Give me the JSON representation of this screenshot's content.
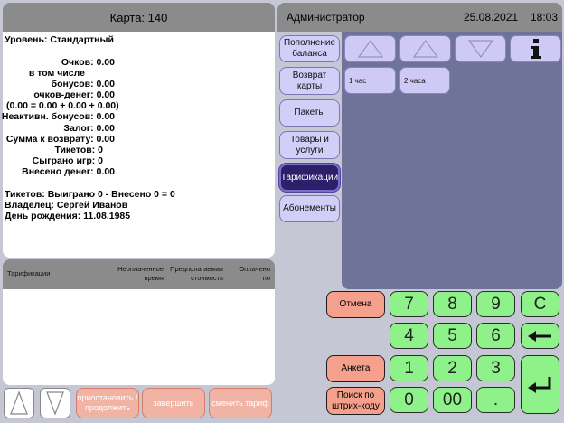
{
  "card_panel": {
    "title": "Карта: 140",
    "level": "Уровень: Стандартный",
    "points": "Очков: 0.00",
    "including": "в том числе",
    "bonuses": "бонусов: 0.00",
    "money_points": "очков-денег: 0.00",
    "formula": "(0.00 = 0.00 + 0.00 + 0.00)",
    "inactive_bonuses": "Неактивн. бонусов: 0.00",
    "deposit": "Залог: 0.00",
    "refund": "Сумма к возврату: 0.00",
    "tickets": "Тикетов: 0",
    "games_played": "Сыграно игр: 0",
    "money_deposited": "Внесено денег: 0.00",
    "tickets_summary": "Тикетов: Выиграно 0 - Внесено 0 = 0",
    "owner": "Владелец: Сергей  Иванов",
    "birthday": "День рождения: 11.08.1985"
  },
  "tariffs_table": {
    "columns": [
      "Тарификации",
      "Неоплаченное время",
      "Предполагаемая стоимость",
      "Оплачено по"
    ],
    "rows": []
  },
  "bottom_controls": {
    "pause_resume": "приостановить / продолжить",
    "finish": "завершить",
    "change_tariff": "сменить тариф"
  },
  "header": {
    "operator": "Администратор",
    "date": "25.08.2021",
    "time": "18:03"
  },
  "menu": {
    "top_up": "Пополнение баланса",
    "return_card": "Возврат карты",
    "packages": "Пакеты",
    "goods_services": "Товары и услуги",
    "tariffs": "Тарификации",
    "subscriptions": "Абонементы"
  },
  "tariff_options": [
    "1 час",
    "2 часа"
  ],
  "keypad": {
    "cancel": "Отмена",
    "survey": "Анкета",
    "barcode_search": "Поиск по штрих-коду",
    "keys": [
      "7",
      "8",
      "9",
      "C",
      "4",
      "5",
      "6",
      "1",
      "2",
      "3",
      "0",
      "00",
      "."
    ]
  },
  "colors": {
    "header_gray": "#8b8b8b",
    "menu_button": "#d1cef8",
    "active_menu": "#2e1f6b",
    "grid_bg": "#6f7399",
    "keypad_green": "#8ef189",
    "action_salmon": "#f4a08c"
  }
}
